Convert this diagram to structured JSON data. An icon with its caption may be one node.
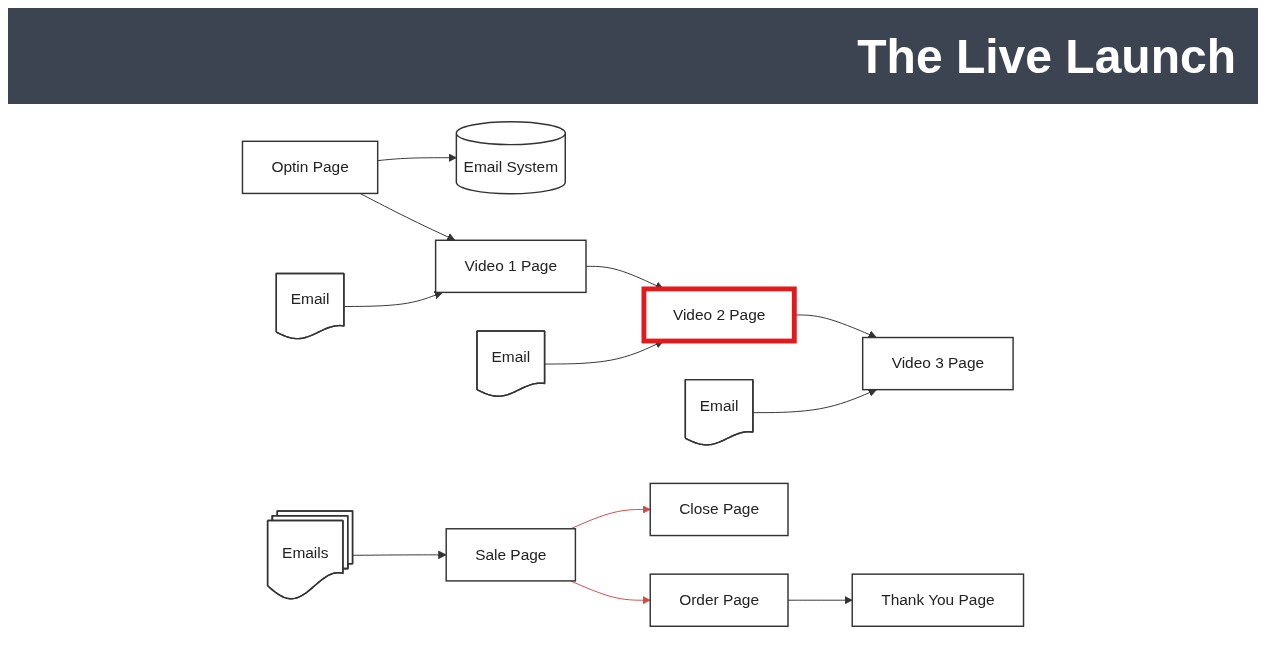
{
  "diagram": {
    "title": "The Live Launch",
    "nodes": [
      {
        "text": [
          "Optin Page"
        ]
      },
      {
        "text": [
          "Email System"
        ]
      },
      {
        "text": [
          "Video 1 Page"
        ]
      },
      {
        "text": [
          "Video 2 Page"
        ]
      },
      {
        "text": [
          "Video 3 Page"
        ]
      },
      {
        "text": [
          "Sale Page"
        ]
      },
      {
        "text": [
          "Order Page"
        ]
      },
      {
        "text": [
          "Thank You Page"
        ]
      },
      {
        "text": [
          "Close Page"
        ]
      },
      {
        "text": [
          "Email"
        ]
      },
      {
        "text": [
          "Email"
        ]
      },
      {
        "text": [
          "Email"
        ]
      },
      {
        "text": [
          "Emails"
        ]
      }
    ],
    "edges": [
      {
        "from": 0,
        "to": 2,
        "arrow": "to"
      },
      {
        "from": 0,
        "to": 1,
        "arrow": "to"
      },
      {
        "from": 2,
        "to": 3,
        "arrow": "to"
      },
      {
        "from": 3,
        "to": 4,
        "arrow": "to"
      },
      {
        "from": 9,
        "to": 2,
        "arrow": "to"
      },
      {
        "from": 10,
        "to": 3,
        "arrow": "to"
      },
      {
        "from": 11,
        "to": 4,
        "arrow": "to"
      },
      {
        "from": 12,
        "to": 5,
        "arrow": "to"
      },
      {
        "from": 5,
        "to": 6,
        "arrow": "to",
        "color": "#d04a4a"
      },
      {
        "from": 5,
        "to": 8,
        "arrow": "to",
        "color": "#d04a4a"
      },
      {
        "from": 6,
        "to": 7,
        "arrow": "to"
      }
    ]
  }
}
